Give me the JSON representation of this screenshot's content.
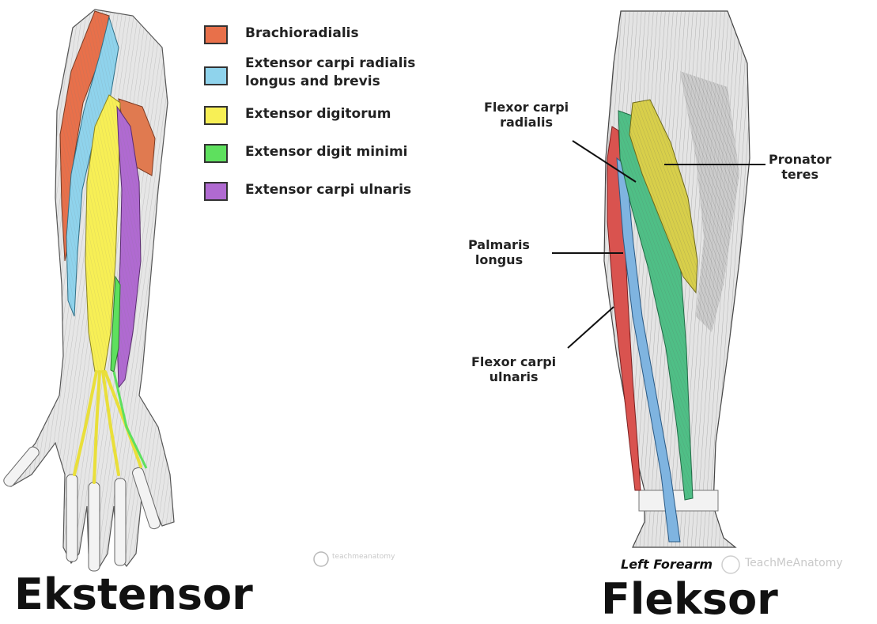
{
  "legend": {
    "items": [
      {
        "label_lines": [
          "Brachioradialis"
        ],
        "color": "#e8704a"
      },
      {
        "label_lines": [
          "Extensor carpi radialis",
          "longus and brevis"
        ],
        "color": "#8fd3ec"
      },
      {
        "label_lines": [
          "Extensor digitorum"
        ],
        "color": "#f7ef55"
      },
      {
        "label_lines": [
          "Extensor digit minimi"
        ],
        "color": "#5ee05e"
      },
      {
        "label_lines": [
          "Extensor carpi ulnaris"
        ],
        "color": "#b06ad1"
      }
    ]
  },
  "left_panel": {
    "title": "Ekstensor",
    "watermark": "teachmeanatomy"
  },
  "right_panel": {
    "title": "Fleksor",
    "caption": "Left Forearm",
    "watermark": "TeachMeAnatomy",
    "labels": [
      {
        "lines": [
          "Flexor carpi",
          "radialis"
        ]
      },
      {
        "lines": [
          "Pronator",
          "teres"
        ]
      },
      {
        "lines": [
          "Palmaris",
          "longus"
        ]
      },
      {
        "lines": [
          "Flexor carpi",
          "ulnaris"
        ]
      }
    ]
  },
  "colors": {
    "brachioradialis": "#e8704a",
    "ecr": "#8fd3ec",
    "ed": "#f7ef55",
    "edm": "#5ee05e",
    "ecu": "#b06ad1",
    "fcr_red": "#d9534f",
    "pl_blue": "#7fb4e0",
    "fcu_green": "#4fbf86",
    "pt_yellow": "#d8cf4a"
  }
}
